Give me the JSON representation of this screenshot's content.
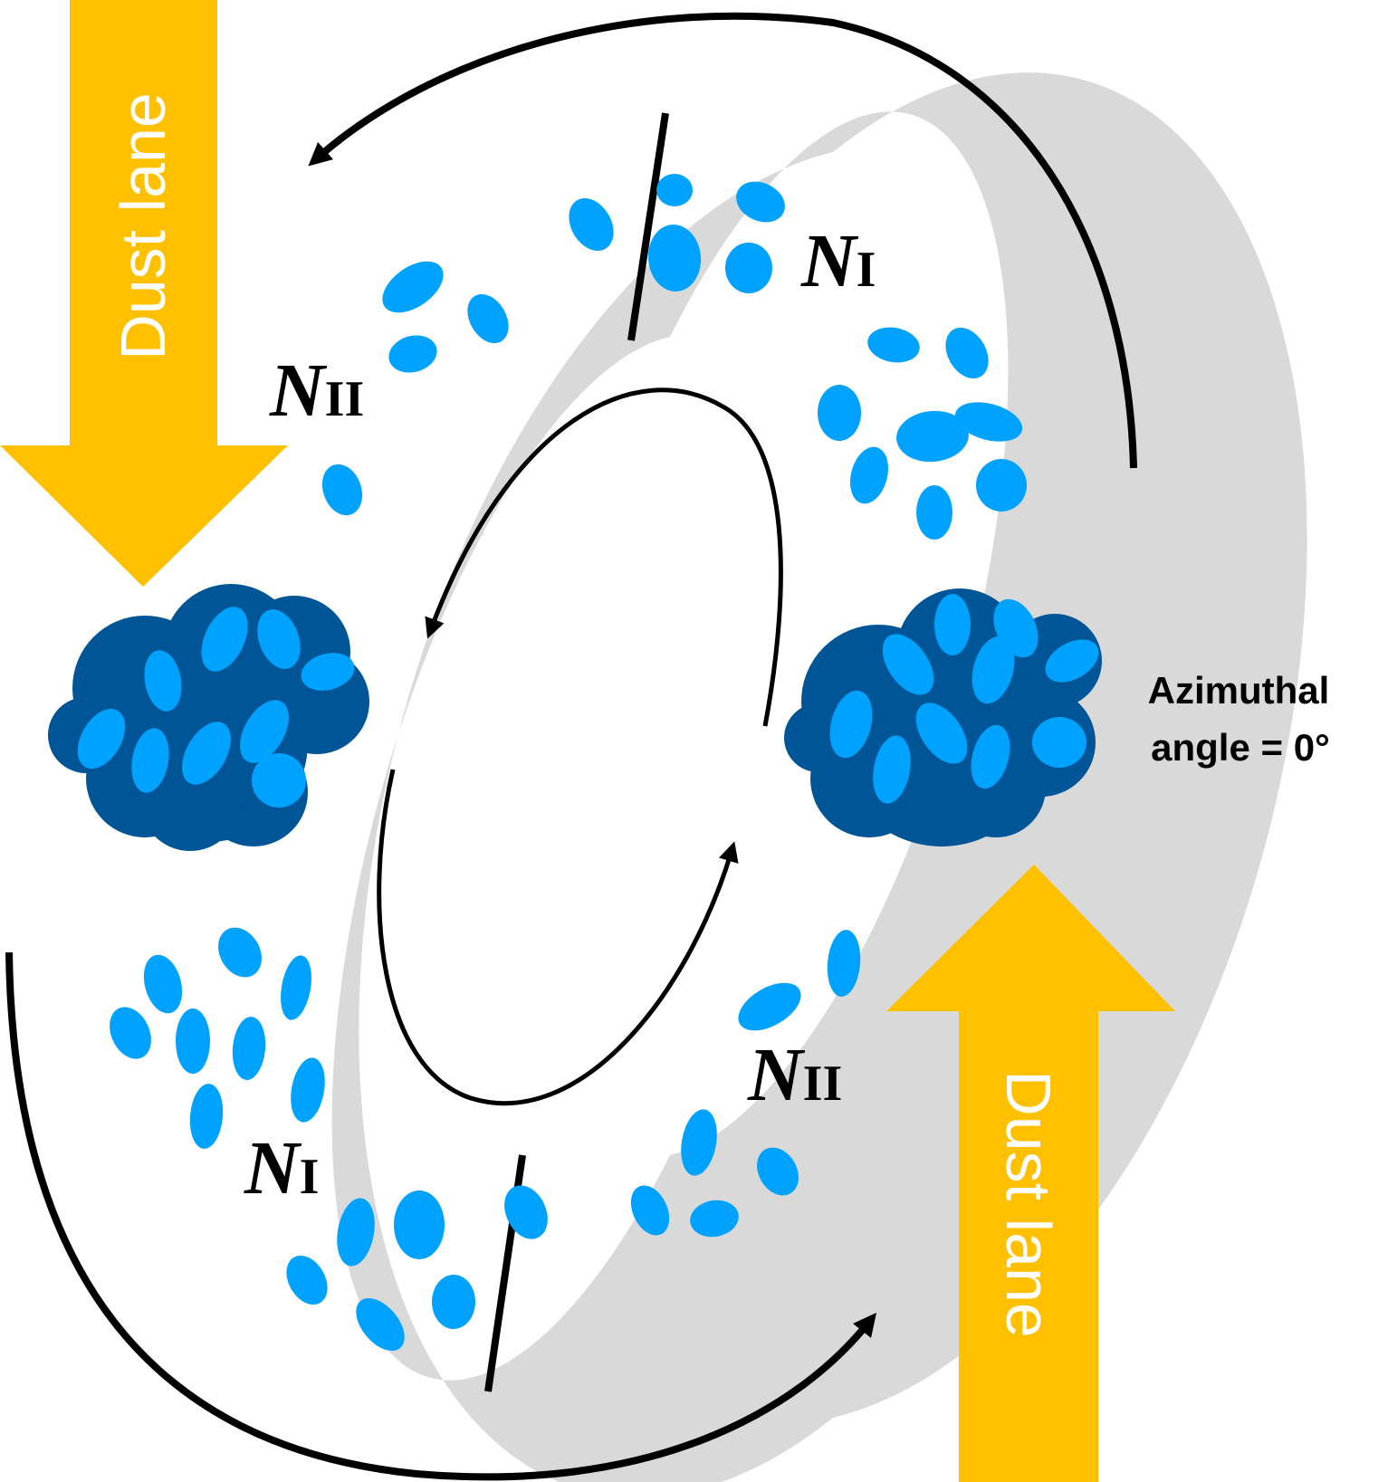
{
  "dust_lane_label": "Dust lane",
  "azimuth_label": {
    "line1": "Azimuthal",
    "line2": "angle = 0°"
  },
  "region_labels": {
    "upper_right": {
      "symbol": "N",
      "sub": "I"
    },
    "upper_left": {
      "symbol": "N",
      "sub": "II"
    },
    "lower_right": {
      "symbol": "N",
      "sub": "II"
    },
    "lower_left": {
      "symbol": "N",
      "sub": "I"
    }
  },
  "colors": {
    "dust_lane": "#FFC000",
    "ring": "#D9D9D9",
    "cloud_light": "#00A2FF",
    "cloud_dark": "#005597",
    "arrow": "#000000"
  }
}
